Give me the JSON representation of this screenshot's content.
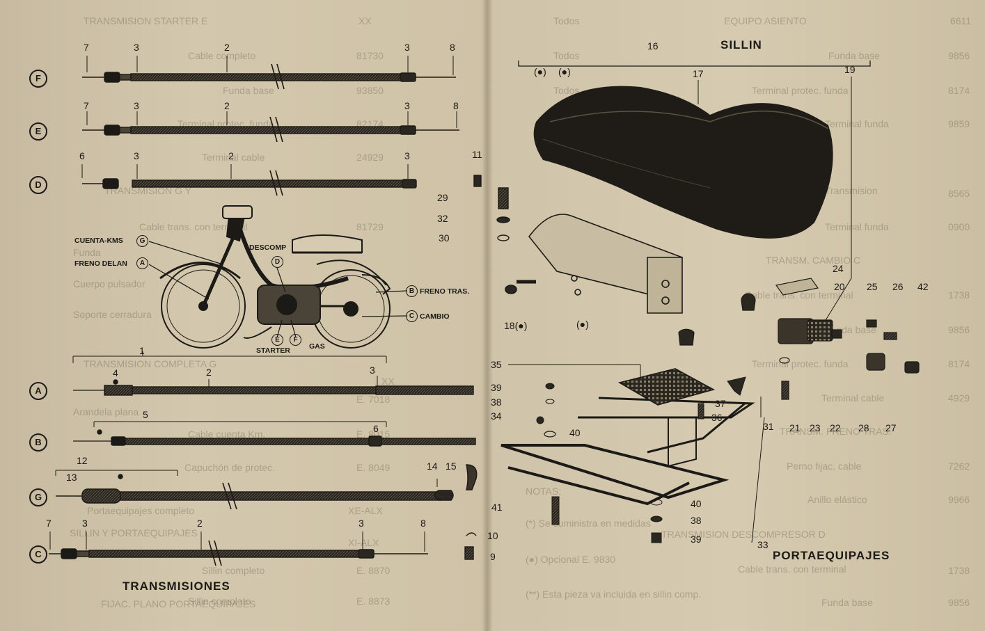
{
  "sections": {
    "transmissions_title": "TRANSMISIONES",
    "seat_title": "SILLIN",
    "rack_title": "PORTAEQUIPAJES"
  },
  "cables": [
    {
      "letter": "F",
      "numbers": [
        "7",
        "3",
        "2",
        "3",
        "8"
      ]
    },
    {
      "letter": "E",
      "numbers": [
        "7",
        "3",
        "2",
        "3",
        "8"
      ]
    },
    {
      "letter": "D",
      "numbers": [
        "6",
        "3",
        "2",
        "3"
      ]
    },
    {
      "letter": "A",
      "numbers": [
        "1",
        "4",
        "2",
        "3"
      ]
    },
    {
      "letter": "B",
      "numbers": [
        "5",
        "6"
      ]
    },
    {
      "letter": "G",
      "numbers": [
        "12",
        "13"
      ]
    },
    {
      "letter": "C",
      "numbers": [
        "7",
        "3",
        "2",
        "3",
        "8"
      ]
    }
  ],
  "moped_callouts": [
    {
      "letter": "G",
      "label": "CUENTA-KMS"
    },
    {
      "letter": "A",
      "label": "FRENO DELAN"
    },
    {
      "letter": "D",
      "label": "DESCOMP"
    },
    {
      "letter": "B",
      "label": "FRENO  TRAS."
    },
    {
      "letter": "C",
      "label": "CAMBIO"
    },
    {
      "letter": "E",
      "label": "STARTER"
    },
    {
      "letter": "F",
      "label": "GAS"
    }
  ],
  "small_parts": [
    "11",
    "29",
    "32",
    "30",
    "14",
    "15",
    "10",
    "9"
  ],
  "seat_parts": [
    "16",
    "17",
    "19",
    "18(●)",
    "(●)",
    "(●)",
    "(●)"
  ],
  "rack_parts": [
    "24",
    "20",
    "25",
    "26",
    "42",
    "21",
    "23",
    "22",
    "28",
    "27",
    "35",
    "39",
    "38",
    "34",
    "40",
    "37",
    "36",
    "31",
    "41",
    "40",
    "38",
    "39",
    "33"
  ],
  "ghost_text": {
    "left": [
      "TRANSMISION STARTER E",
      "Cable completo",
      "Funda base",
      "Terminal protec. funda",
      "Terminal cable",
      "TRANSMISION G Y",
      "Cable trans. con terminal",
      "Funda",
      "Cuerpo pulsador",
      "Soporte cerradura",
      "TRANSMISION COMPLETA G",
      "Arandela plana",
      "Cable cuenta Km.",
      "Capuchón de protec.",
      "Portaequipajes completo",
      "SILLIN Y PORTAEQUIPAJES",
      "Sillin completo",
      "Sillin completo",
      "FIJAC. PLANO PORTAEQUIPAJES"
    ],
    "left_codes": [
      "XX",
      "81730",
      "93850",
      "82174",
      "24929",
      "81729",
      "XX",
      "E. 7018",
      "E. 8015",
      "E. 8049",
      "XE-ALX",
      "XI-ALX",
      "E. 8870",
      "E. 8873"
    ],
    "right": [
      "EQUIPO ASIENTO",
      "Todos",
      "Funda base",
      "Todos",
      "Terminal protec. funda",
      "Todos",
      "Terminal funda",
      "Transmision",
      "Terminal funda",
      "TRANSM. CAMBIO C",
      "Cable trans. con terminal",
      "Funda base",
      "Terminal protec. funda",
      "Terminal cable",
      "TRANSM. FRENO TRAS.",
      "Perno fijac. cable",
      "Anillo elástico",
      "NOTAS:",
      "(*) Se suministra en medidas",
      "TRANSMISION DESCOMPRESOR D",
      "(●) Opcional E. 9830",
      "Cable trans. con terminal",
      "Funda base",
      "(**) Esta pieza va incluida en sillin comp."
    ],
    "right_codes": [
      "6611",
      "9856",
      "8174",
      "9859",
      "8565",
      "0900",
      "1738",
      "9856",
      "8174",
      "4929",
      "7262",
      "9966",
      "1738",
      "9856"
    ]
  },
  "colors": {
    "paper": "#cdc0a6",
    "ink": "#1c1a16",
    "ghost": "#6e604a"
  }
}
